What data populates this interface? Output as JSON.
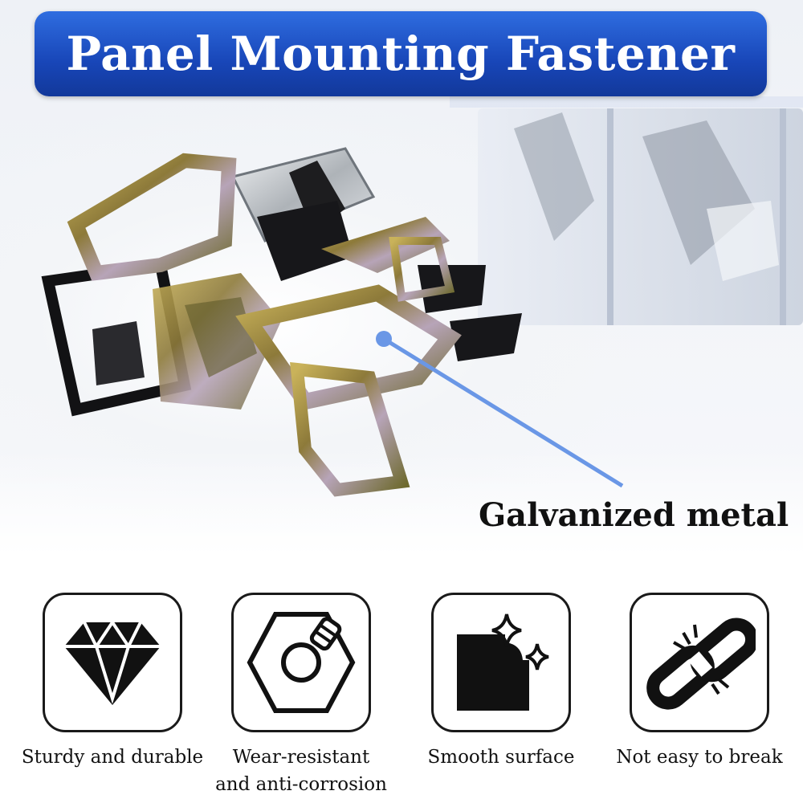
{
  "title": "Panel Mounting Fastener",
  "callout": {
    "label": "Galvanized metal"
  },
  "colors": {
    "title_bg": "#1846b8",
    "callout_line": "#6a97e6",
    "icon": "#111111"
  },
  "features": [
    {
      "icon": "diamond-icon",
      "label": "Sturdy and durable"
    },
    {
      "icon": "hex-nut-icon",
      "label_line1": "Wear-resistant",
      "label_line2": "and anti-corrosion"
    },
    {
      "icon": "sparkle-square-icon",
      "label": "Smooth surface"
    },
    {
      "icon": "broken-chain-icon",
      "label": "Not easy to break"
    }
  ]
}
